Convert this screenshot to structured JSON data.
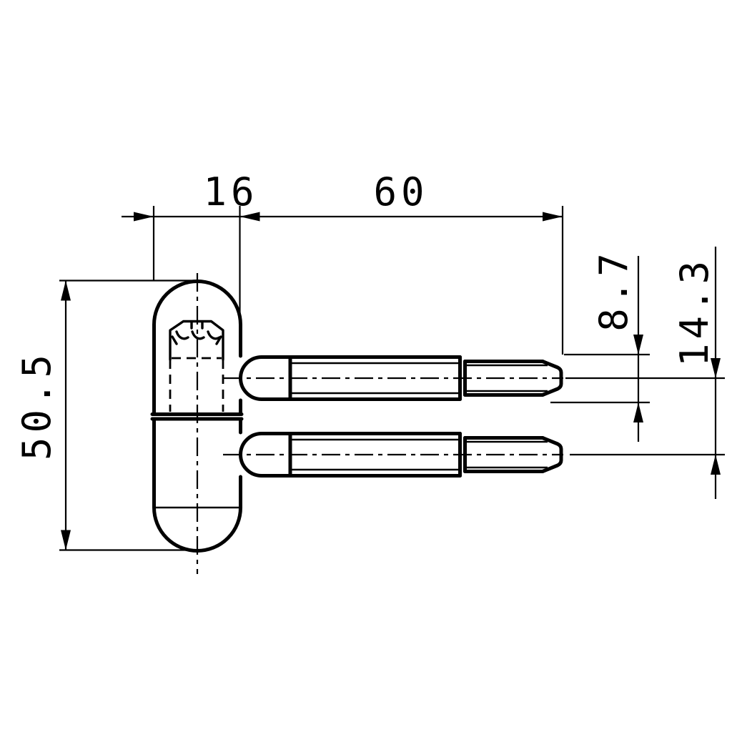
{
  "page": {
    "background_color": "#ffffff",
    "line_color": "#000000"
  },
  "drawing": {
    "subject": "two-pin screw-in door hinge, side elevation technical drawing",
    "labels": {
      "barrel_width": "16",
      "pin_length": "60",
      "barrel_height": "50.5",
      "pin_diameter": "8.7",
      "pin_center_distance": "14.3"
    }
  }
}
